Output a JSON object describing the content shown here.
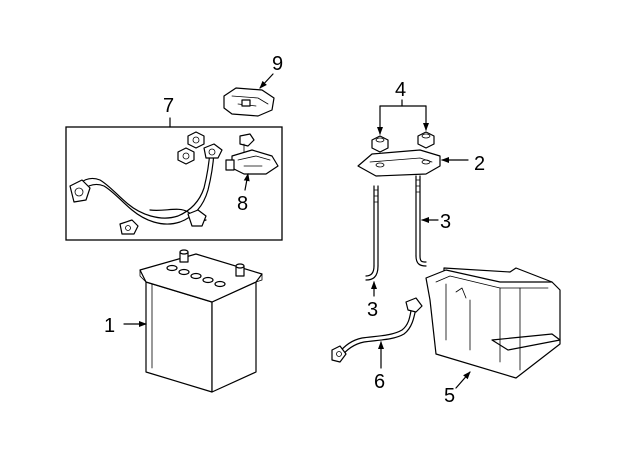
{
  "callouts": {
    "battery": "1",
    "hold_plate": "2",
    "bolt_left": "3",
    "bolt_right": "3",
    "nuts": "4",
    "tray": "5",
    "ground_cable": "6",
    "harness": "7",
    "terminal_cover": "8",
    "fuse_box": "9"
  }
}
